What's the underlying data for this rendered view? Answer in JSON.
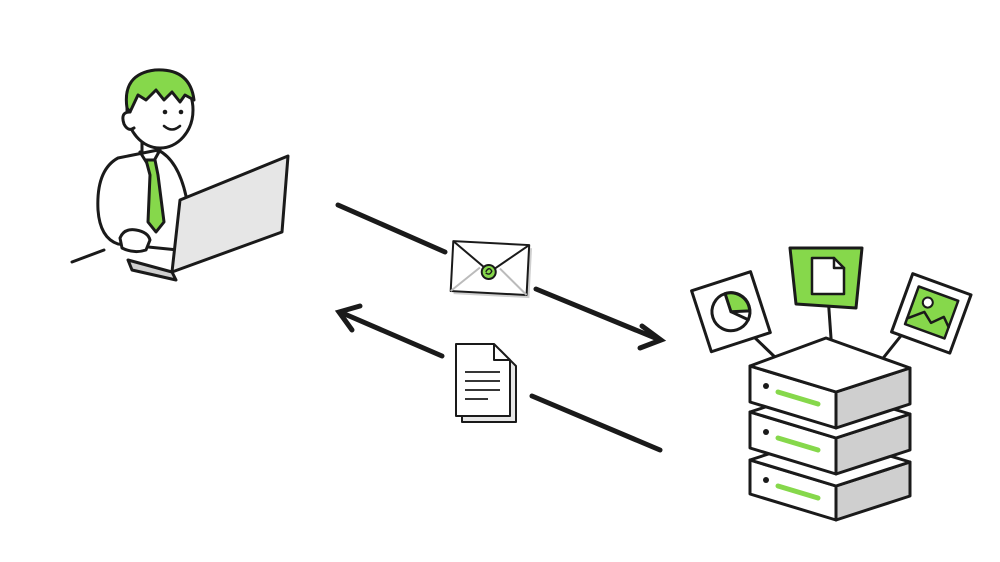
{
  "diagram": {
    "nodes": [
      {
        "id": "client",
        "label": "",
        "icon": "person-with-laptop-icon"
      },
      {
        "id": "server",
        "label": "",
        "icon": "server-stack-icon"
      }
    ],
    "edges": [
      {
        "from": "client",
        "to": "server",
        "payload_icon": "envelope-icon",
        "direction": "right"
      },
      {
        "from": "server",
        "to": "client",
        "payload_icon": "document-icon",
        "direction": "left"
      }
    ],
    "server_content_icons": [
      "pie-chart-card-icon",
      "file-card-icon",
      "image-card-icon"
    ]
  },
  "colors": {
    "accent": "#86D84B",
    "stroke": "#1a1a1a",
    "light_gray": "#e6e6e6",
    "mid_gray": "#cfcfcf",
    "white": "#ffffff"
  }
}
